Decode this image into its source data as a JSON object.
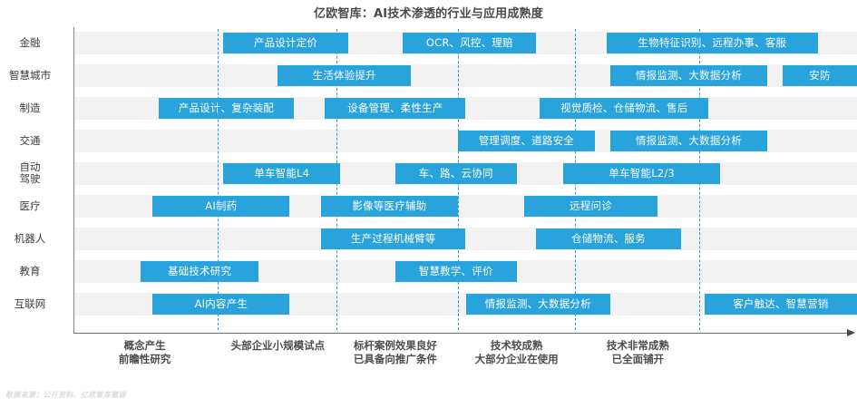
{
  "title": "亿欧智库：AI技术渗透的行业与应用成熟度",
  "footer": "数据来源：公开资料、亿欧智库整理",
  "colors": {
    "bar": "#29a3dc",
    "band": "#f2f2f2",
    "divider": "#2c9fd9",
    "title": "#4a4a4a",
    "axis": "#6e6e6e",
    "footer": "#dcdcdc"
  },
  "chart_data": {
    "type": "bar",
    "title": "亿欧智库：AI技术渗透的行业与应用成熟度",
    "xlabel": "",
    "ylabel": "",
    "grid": false,
    "legend": "none",
    "orientation": "horizontal-gantt",
    "x_stages": [
      {
        "l1": "概念产生",
        "l2": "前瞻性研究"
      },
      {
        "l1": "头部企业小规模试点",
        "l2": ""
      },
      {
        "l1": "标杆案例效果良好",
        "l2": "已具备向推广条件"
      },
      {
        "l1": "技术较成熟",
        "l2": "大部分企业在使用"
      },
      {
        "l1": "技术非常成熟",
        "l2": "已全面铺开"
      }
    ],
    "categories": [
      {
        "l1": "金融",
        "l2": ""
      },
      {
        "l1": "智慧城市",
        "l2": ""
      },
      {
        "l1": "制造",
        "l2": ""
      },
      {
        "l1": "交通",
        "l2": ""
      },
      {
        "l1": "自动",
        "l2": "驾驶"
      },
      {
        "l1": "医疗",
        "l2": ""
      },
      {
        "l1": "机器人",
        "l2": ""
      },
      {
        "l1": "教育",
        "l2": ""
      },
      {
        "l1": "互联网",
        "l2": ""
      }
    ],
    "series": [
      {
        "category": "金融",
        "items": [
          {
            "label": "产品设计定价",
            "start": 0.19,
            "end": 0.35
          },
          {
            "label": "OCR、风控、理赔",
            "start": 0.42,
            "end": 0.59
          },
          {
            "label": "生物特征识别、远程办事、客服",
            "start": 0.68,
            "end": 0.95
          }
        ]
      },
      {
        "category": "智慧城市",
        "items": [
          {
            "label": "生活体验提升",
            "start": 0.26,
            "end": 0.43
          },
          {
            "label": "情报监测、大数据分析",
            "start": 0.685,
            "end": 0.885
          },
          {
            "label": "安防",
            "start": 0.905,
            "end": 1.0
          }
        ]
      },
      {
        "category": "制造",
        "items": [
          {
            "label": "产品设计、复杂装配",
            "start": 0.108,
            "end": 0.28
          },
          {
            "label": "设备管理、柔性生产",
            "start": 0.32,
            "end": 0.5
          },
          {
            "label": "视觉质检、仓储物流、售后",
            "start": 0.595,
            "end": 0.81
          }
        ]
      },
      {
        "category": "交通",
        "items": [
          {
            "label": "管理调度、道路安全",
            "start": 0.49,
            "end": 0.665
          },
          {
            "label": "情报监测、大数据分析",
            "start": 0.685,
            "end": 0.885
          }
        ]
      },
      {
        "category": "自动驾驶",
        "items": [
          {
            "label": "单车智能L4",
            "start": 0.19,
            "end": 0.34
          },
          {
            "label": "车、路、云协同",
            "start": 0.41,
            "end": 0.565
          },
          {
            "label": "单车智能L2/3",
            "start": 0.625,
            "end": 0.825
          }
        ]
      },
      {
        "category": "医疗",
        "items": [
          {
            "label": "AI制药",
            "start": 0.1,
            "end": 0.275
          },
          {
            "label": "影像等医疗辅助",
            "start": 0.315,
            "end": 0.49
          },
          {
            "label": "远程问诊",
            "start": 0.575,
            "end": 0.745
          }
        ]
      },
      {
        "category": "机器人",
        "items": [
          {
            "label": "生产过程机械臂等",
            "start": 0.315,
            "end": 0.5
          },
          {
            "label": "仓储物流、服务",
            "start": 0.59,
            "end": 0.775
          }
        ]
      },
      {
        "category": "教育",
        "items": [
          {
            "label": "基础技术研究",
            "start": 0.085,
            "end": 0.235
          },
          {
            "label": "智慧教学、评价",
            "start": 0.41,
            "end": 0.565
          }
        ]
      },
      {
        "category": "互联网",
        "items": [
          {
            "label": "AI内容产生",
            "start": 0.1,
            "end": 0.275
          },
          {
            "label": "情报监测、大数据分析",
            "start": 0.5,
            "end": 0.685
          },
          {
            "label": "客户触达、智慧营销",
            "start": 0.805,
            "end": 1.0
          }
        ]
      }
    ]
  }
}
